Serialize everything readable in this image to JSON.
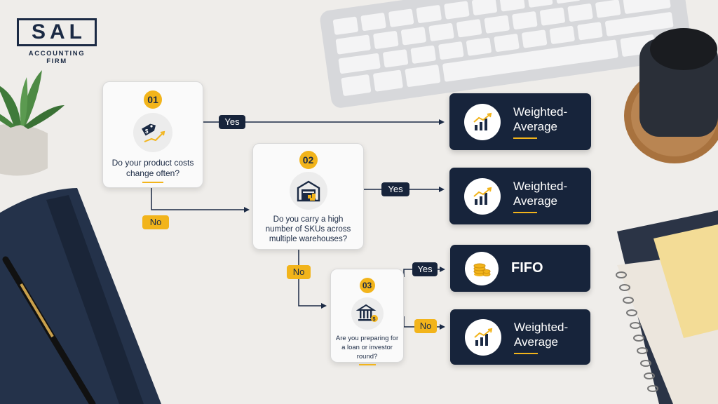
{
  "logo": {
    "letters": "SAL",
    "subtitle": "ACCOUNTING FIRM"
  },
  "questions": [
    {
      "number": "01",
      "text": "Do your product costs change often?",
      "icon": "price-tag-trend-icon"
    },
    {
      "number": "02",
      "text": "Do you carry a high number of SKUs across multiple warehouses?",
      "icon": "warehouse-icon"
    },
    {
      "number": "03",
      "text": "Are you preparing for a loan or investor round?",
      "icon": "bank-icon"
    }
  ],
  "outcomes": [
    {
      "line1": "Weighted-",
      "line2": "Average",
      "icon": "bar-chart-trend-icon"
    },
    {
      "line1": "Weighted-",
      "line2": "Average",
      "icon": "bar-chart-trend-icon"
    },
    {
      "line1": "FIFO",
      "line2": "",
      "icon": "coin-stack-icon"
    },
    {
      "line1": "Weighted-",
      "line2": "Average",
      "icon": "bar-chart-trend-icon"
    }
  ],
  "labels": {
    "yes": "Yes",
    "no": "No"
  },
  "colors": {
    "navy": "#17243b",
    "gold": "#f2b41b",
    "background": "#efedea"
  }
}
